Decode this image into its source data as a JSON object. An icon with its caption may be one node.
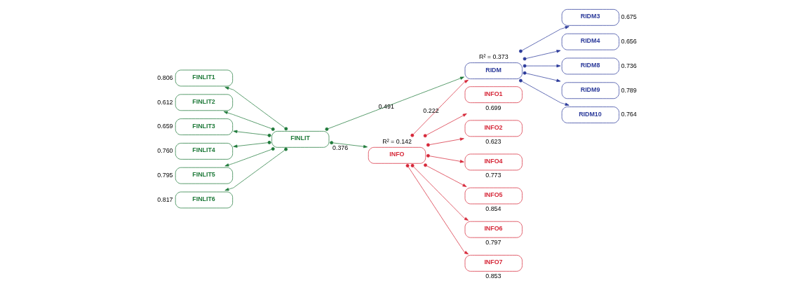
{
  "diagram": {
    "nodes": [
      {
        "text": [
          "FINLIT1"
        ],
        "beside": [
          "0.806"
        ]
      },
      {
        "text": [
          "FINLIT2"
        ],
        "beside": [
          "0.612"
        ]
      },
      {
        "text": [
          "FINLIT3"
        ],
        "beside": [
          "0.659"
        ]
      },
      {
        "text": [
          "FINLIT4"
        ],
        "beside": [
          "0.760"
        ]
      },
      {
        "text": [
          "FINLIT5"
        ],
        "beside": [
          "0.795"
        ]
      },
      {
        "text": [
          "FINLIT6"
        ],
        "beside": [
          "0.817"
        ]
      },
      {
        "text": [
          "FINLIT"
        ]
      },
      {
        "text": [
          "RIDM"
        ],
        "beside": [
          "R² = 0.373"
        ]
      },
      {
        "text": [
          "INFO"
        ],
        "beside": [
          "R² = 0.142"
        ]
      },
      {
        "text": [
          "RIDM3"
        ],
        "beside": [
          "0.675"
        ]
      },
      {
        "text": [
          "RIDM4"
        ],
        "beside": [
          "0.656"
        ]
      },
      {
        "text": [
          "RIDM8"
        ],
        "beside": [
          "0.736"
        ]
      },
      {
        "text": [
          "RIDM9"
        ],
        "beside": [
          "0.789"
        ]
      },
      {
        "text": [
          "RIDM10"
        ],
        "beside": [
          "0.764"
        ]
      },
      {
        "text": [
          "INFO1"
        ],
        "beside": [
          "0.699"
        ]
      },
      {
        "text": [
          "INFO2"
        ],
        "beside": [
          "0.623"
        ]
      },
      {
        "text": [
          "INFO4"
        ],
        "beside": [
          "0.773"
        ]
      },
      {
        "text": [
          "INFO5"
        ],
        "beside": [
          "0.854"
        ]
      },
      {
        "text": [
          "INFO6"
        ],
        "beside": [
          "0.797"
        ]
      },
      {
        "text": [
          "INFO7"
        ],
        "beside": [
          "0.853"
        ]
      }
    ],
    "edges": [
      {
        "from": 6,
        "to": 0,
        "arrow": "to"
      },
      {
        "from": 6,
        "to": 1,
        "arrow": "to"
      },
      {
        "from": 6,
        "to": 2,
        "arrow": "to"
      },
      {
        "from": 6,
        "to": 3,
        "arrow": "to"
      },
      {
        "from": 6,
        "to": 4,
        "arrow": "to"
      },
      {
        "from": 6,
        "to": 5,
        "arrow": "to"
      },
      {
        "from": 6,
        "to": 7,
        "arrow": "to",
        "label": "0.491"
      },
      {
        "from": 6,
        "to": 8,
        "arrow": "to",
        "label": "0.376"
      },
      {
        "from": 8,
        "to": 7,
        "arrow": "to",
        "label": "0.222",
        "color": "#d62839"
      },
      {
        "from": 7,
        "to": 9,
        "arrow": "to",
        "color": "#2b3a9a"
      },
      {
        "from": 7,
        "to": 10,
        "arrow": "to",
        "color": "#2b3a9a"
      },
      {
        "from": 7,
        "to": 11,
        "arrow": "to",
        "color": "#2b3a9a"
      },
      {
        "from": 7,
        "to": 12,
        "arrow": "to",
        "color": "#2b3a9a"
      },
      {
        "from": 7,
        "to": 13,
        "arrow": "to",
        "color": "#2b3a9a"
      },
      {
        "from": 8,
        "to": 14,
        "arrow": "to",
        "color": "#d62839"
      },
      {
        "from": 8,
        "to": 15,
        "arrow": "to",
        "color": "#d62839"
      },
      {
        "from": 8,
        "to": 16,
        "arrow": "to",
        "color": "#d62839"
      },
      {
        "from": 8,
        "to": 17,
        "arrow": "to",
        "color": "#d62839"
      },
      {
        "from": 8,
        "to": 18,
        "arrow": "to",
        "color": "#d62839"
      },
      {
        "from": 8,
        "to": 19,
        "arrow": "to",
        "color": "#d62839"
      }
    ]
  }
}
